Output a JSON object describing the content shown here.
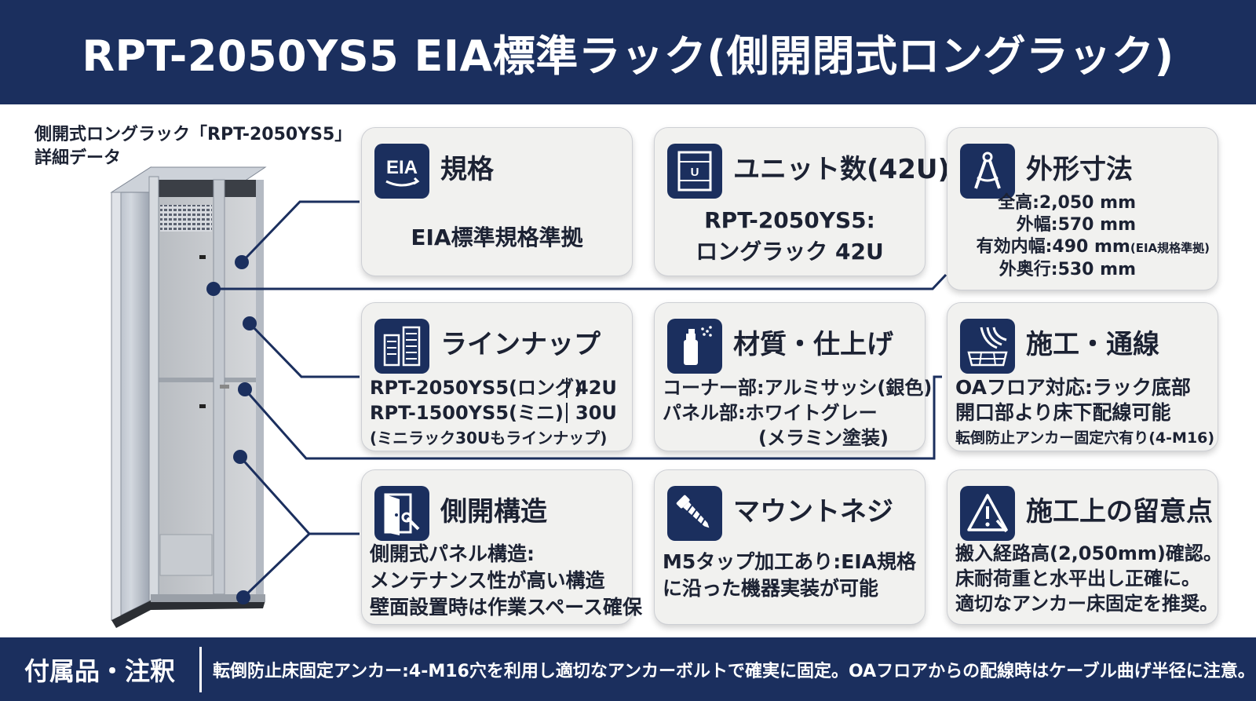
{
  "header": {
    "title": "RPT-2050YS5 EIA標準ラック(側開閉式ロングラック)"
  },
  "caption": {
    "line1": "側開式ロングラック「RPT-2050YS5」",
    "line2": "詳細データ"
  },
  "cards": {
    "standard": {
      "title": "規格",
      "icon_text": "EIA",
      "body": "EIA標準規格準拠"
    },
    "units": {
      "title": "ユニット数(42U)",
      "icon_text": "U",
      "line1": "RPT-2050YS5:",
      "line2": "ロングラック 42U"
    },
    "dimensions": {
      "title": "外形寸法",
      "height": "全高:2,050 mm",
      "width": "外幅:570 mm",
      "inner": "有効内幅:490 mm",
      "inner_note": "(EIA規格準拠)",
      "depth": "外奥行:530 mm"
    },
    "lineup": {
      "title": "ラインナップ",
      "row1_model": "RPT-2050YS5(ロング)",
      "row1_units": "42U",
      "row2_model": "RPT-1500YS5(ミニ)",
      "row2_units": "30U",
      "note": "(ミニラック30Uもラインナップ)"
    },
    "material": {
      "title": "材質・仕上げ",
      "line1": "コーナー部:アルミサッシ(銀色)",
      "line2": "パネル部:ホワイトグレー",
      "line3": "(メラミン塗装)"
    },
    "installation": {
      "title": "施工・通線",
      "line1": "OAフロア対応:ラック底部",
      "line2": "開口部より床下配線可能",
      "line3": "転倒防止アンカー固定穴有り(4-M16)"
    },
    "side_open": {
      "title": "側開構造",
      "line1": "側開式パネル構造:",
      "line2": "メンテナンス性が高い構造",
      "line3": "壁面設置時は作業スペース確保"
    },
    "mount_screw": {
      "title": "マウントネジ",
      "line1": "M5タップ加工あり:EIA規格",
      "line2": "に沿った機器実装が可能"
    },
    "caution": {
      "title": "施工上の留意点",
      "line1": "搬入経路高(2,050mm)確認。",
      "line2": "床耐荷重と水平出し正確に。",
      "line3": "適切なアンカー床固定を推奨。"
    }
  },
  "footer": {
    "label": "付属品・注釈",
    "text": "転倒防止床固定アンカー:4-M16穴を利用し適切なアンカーボルトで確実に固定。OAフロアからの配線時はケーブル曲げ半径に注意。"
  },
  "colors": {
    "navy": "#1b2f5e",
    "card_bg": "#f1f1ef",
    "text": "#1c2233"
  },
  "icons": [
    "eia-icon",
    "rack-unit-icon",
    "compass-icon",
    "server-lineup-icon",
    "spray-can-icon",
    "cable-floor-icon",
    "door-wrench-icon",
    "screw-icon",
    "warning-icon"
  ]
}
